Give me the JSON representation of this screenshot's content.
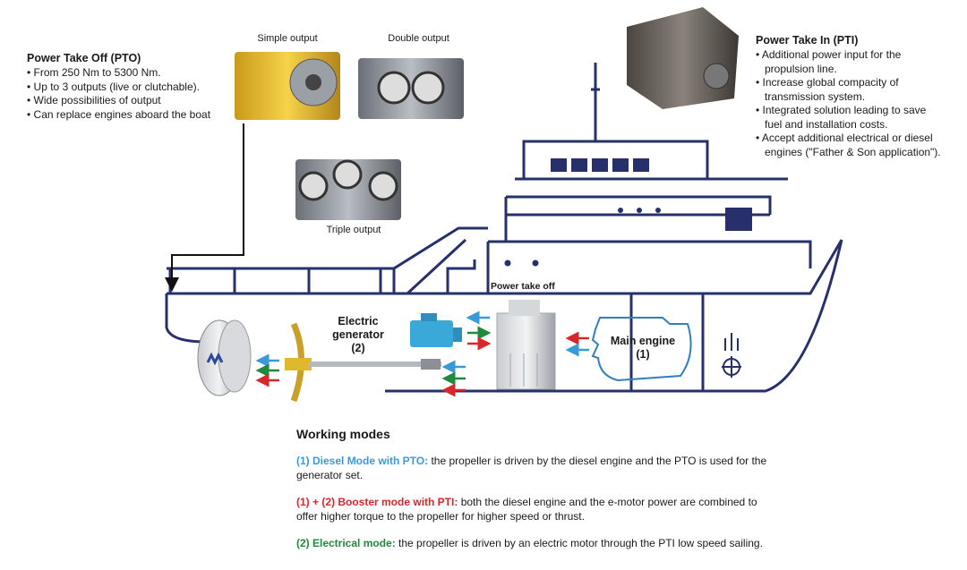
{
  "pto": {
    "title": "Power Take Off (PTO)",
    "items": [
      "From 250 Nm to 5300 Nm.",
      "Up to 3 outputs (live or clutchable).",
      "Wide possibilities of output",
      "Can replace engines aboard the boat"
    ]
  },
  "pti": {
    "title": "Power Take In (PTI)",
    "items": [
      "Additional power input for the propulsion line.",
      "Increase global compacity of transmission system.",
      "Integrated solution leading to save fuel and installation costs.",
      "Accept additional electrical or diesel engines (\"Father & Son application\")."
    ]
  },
  "outputs": {
    "simple": "Simple output",
    "double": "Double output",
    "triple": "Triple output"
  },
  "labels": {
    "generator_l1": "Electric",
    "generator_l2": "generator",
    "generator_l3": "(2)",
    "power_take_off": "Power take off",
    "engine_l1": "Main engine",
    "engine_l2": "(1)"
  },
  "modes": {
    "title": "Working modes",
    "diesel_key": "(1) Diesel Mode with PTO:",
    "diesel_text": " the propeller is driven by the diesel engine and the PTO is used for the generator set.",
    "booster_key": "(1) + (2) Booster mode with PTI:",
    "booster_text": " both the diesel engine and the e-motor power are combined to offer higher torque to the propeller for higher speed or thrust.",
    "electric_key": "(2) Electrical mode:",
    "electric_text": " the propeller is driven by an electric motor through the PTI low speed sailing."
  },
  "colors": {
    "ship": "#27306b",
    "diesel": "#3a9ad9",
    "booster": "#d9262b",
    "electric": "#1f8a3c"
  }
}
